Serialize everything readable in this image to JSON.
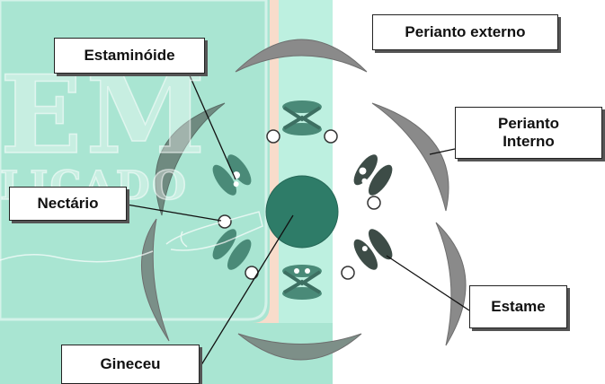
{
  "labels": {
    "perianto_externo": "Perianto externo",
    "perianto_interno_l1": "Perianto",
    "perianto_interno_l2": "Interno",
    "estaminoide": "Estaminóide",
    "nectario": "Nectário",
    "estame": "Estame",
    "gineceu": "Gineceu"
  },
  "watermark": {
    "line1": "EM",
    "line2": "LICADO"
  },
  "colors": {
    "background": "#ffffff",
    "watermark_peach": "#f8dccb",
    "watermark_teal": "#a9e5d2",
    "watermark_teal_light": "#bdf0e0",
    "organ_gray": "#8a8a8a",
    "organ_teal": "#4a8a78",
    "organ_dark": "#3d4c47"
  }
}
